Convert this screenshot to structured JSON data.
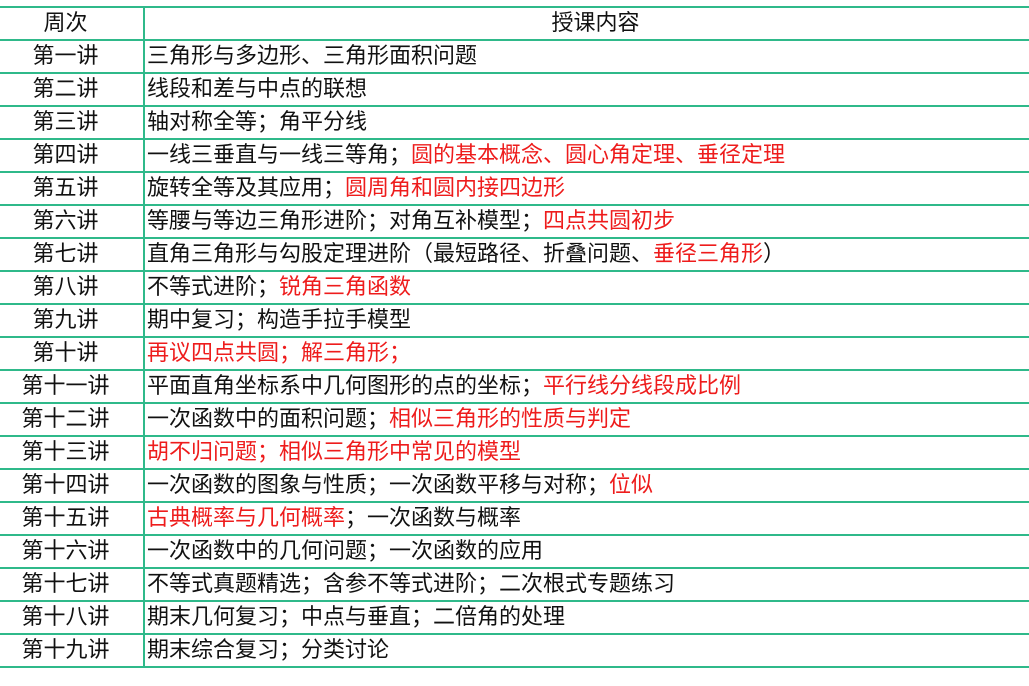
{
  "table": {
    "headers": {
      "week": "周次",
      "content": "授课内容"
    },
    "accent_color": "#ee1c1c",
    "border_color": "#2fb98a",
    "rows": [
      {
        "week": "第一讲",
        "segments": [
          {
            "text": "三角形与多边形、三角形面积问题",
            "red": false
          }
        ]
      },
      {
        "week": "第二讲",
        "segments": [
          {
            "text": "线段和差与中点的联想",
            "red": false
          }
        ]
      },
      {
        "week": "第三讲",
        "segments": [
          {
            "text": "轴对称全等；角平分线",
            "red": false
          }
        ]
      },
      {
        "week": "第四讲",
        "segments": [
          {
            "text": "一线三垂直与一线三等角；",
            "red": false
          },
          {
            "text": "圆的基本概念、圆心角定理、垂径定理",
            "red": true
          }
        ]
      },
      {
        "week": "第五讲",
        "segments": [
          {
            "text": "旋转全等及其应用；",
            "red": false
          },
          {
            "text": "圆周角和圆内接四边形",
            "red": true
          }
        ]
      },
      {
        "week": "第六讲",
        "segments": [
          {
            "text": "等腰与等边三角形进阶；对角互补模型；",
            "red": false
          },
          {
            "text": "四点共圆初步",
            "red": true
          }
        ]
      },
      {
        "week": "第七讲",
        "segments": [
          {
            "text": "直角三角形与勾股定理进阶（最短路径、折叠问题、",
            "red": false
          },
          {
            "text": "垂径三角形",
            "red": true
          },
          {
            "text": "）",
            "red": false
          }
        ]
      },
      {
        "week": "第八讲",
        "segments": [
          {
            "text": "不等式进阶；",
            "red": false
          },
          {
            "text": "锐角三角函数",
            "red": true
          }
        ]
      },
      {
        "week": "第九讲",
        "segments": [
          {
            "text": "期中复习；构造手拉手模型",
            "red": false
          }
        ]
      },
      {
        "week": "第十讲",
        "segments": [
          {
            "text": "再议四点共圆；解三角形；",
            "red": true
          }
        ]
      },
      {
        "week": "第十一讲",
        "segments": [
          {
            "text": "平面直角坐标系中几何图形的点的坐标；",
            "red": false
          },
          {
            "text": "平行线分线段成比例",
            "red": true
          }
        ]
      },
      {
        "week": "第十二讲",
        "segments": [
          {
            "text": "一次函数中的面积问题；",
            "red": false
          },
          {
            "text": "相似三角形的性质与判定",
            "red": true
          }
        ]
      },
      {
        "week": "第十三讲",
        "segments": [
          {
            "text": "胡不归问题；相似三角形中常见的模型",
            "red": true
          }
        ]
      },
      {
        "week": "第十四讲",
        "segments": [
          {
            "text": "一次函数的图象与性质；一次函数平移与对称；",
            "red": false
          },
          {
            "text": "位似",
            "red": true
          }
        ]
      },
      {
        "week": "第十五讲",
        "segments": [
          {
            "text": "古典概率与几何概率",
            "red": true
          },
          {
            "text": "；一次函数与概率",
            "red": false
          }
        ]
      },
      {
        "week": "第十六讲",
        "segments": [
          {
            "text": "一次函数中的几何问题；一次函数的应用",
            "red": false
          }
        ]
      },
      {
        "week": "第十七讲",
        "segments": [
          {
            "text": "不等式真题精选；含参不等式进阶；二次根式专题练习",
            "red": false
          }
        ]
      },
      {
        "week": "第十八讲",
        "segments": [
          {
            "text": "期末几何复习；中点与垂直；二倍角的处理",
            "red": false
          }
        ]
      },
      {
        "week": "第十九讲",
        "segments": [
          {
            "text": "期末综合复习；分类讨论",
            "red": false
          }
        ]
      }
    ]
  }
}
